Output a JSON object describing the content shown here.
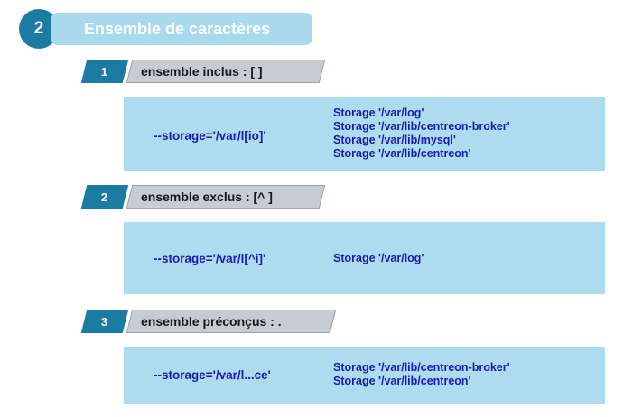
{
  "slide": {
    "number": "2",
    "title": "Ensemble de caractères"
  },
  "sections": [
    {
      "number": "1",
      "label": "ensemble inclus : [ ]",
      "command": "--storage='/var/l[io]'",
      "results": [
        "Storage '/var/log'",
        "Storage '/var/lib/centreon-broker'",
        "Storage '/var/lib/mysql'",
        "Storage '/var/lib/centreon'"
      ]
    },
    {
      "number": "2",
      "label": "ensemble exclus : [^ ]",
      "command": "--storage='/var/l[^i]'",
      "results": [
        "Storage '/var/log'"
      ]
    },
    {
      "number": "3",
      "label": "ensemble préconçus : .",
      "command": "--storage='/var/l...ce'",
      "results": [
        "Storage '/var/lib/centreon-broker'",
        "Storage '/var/lib/centreon'"
      ]
    }
  ],
  "colors": {
    "accent_dark": "#1b7ba3",
    "title_bar": "#a9d9ed",
    "content_block": "#aedcef",
    "label_gray": "#c6ccd3",
    "code_blue": "#1a1ab0"
  }
}
